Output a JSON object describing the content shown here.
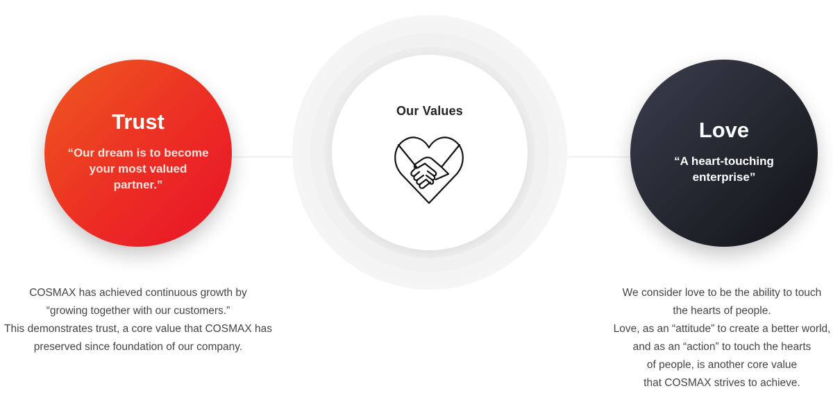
{
  "center": {
    "title": "Our Values",
    "icon": "heart-handshake-icon"
  },
  "trust": {
    "title": "Trust",
    "quote_lines": [
      "“Our dream is to become",
      "your most valued",
      "partner.”"
    ],
    "color_start": "#ee5a1f",
    "color_end": "#e81328",
    "description_lines": [
      "COSMAX has achieved continuous growth by",
      "“growing together with our customers.”",
      "This demonstrates trust, a core value that COSMAX has",
      "preserved since foundation of our company."
    ]
  },
  "love": {
    "title": "Love",
    "quote_lines": [
      "“A heart-touching",
      "enterprise”"
    ],
    "color_start": "#3a3d4d",
    "color_end": "#111217",
    "description_lines": [
      "We consider love to be the ability to touch",
      "the hearts of people.",
      "Love, as an “attitude” to create a better world,",
      "and as an “action” to touch the hearts",
      "of people, is another core value",
      "that COSMAX strives to achieve."
    ]
  }
}
